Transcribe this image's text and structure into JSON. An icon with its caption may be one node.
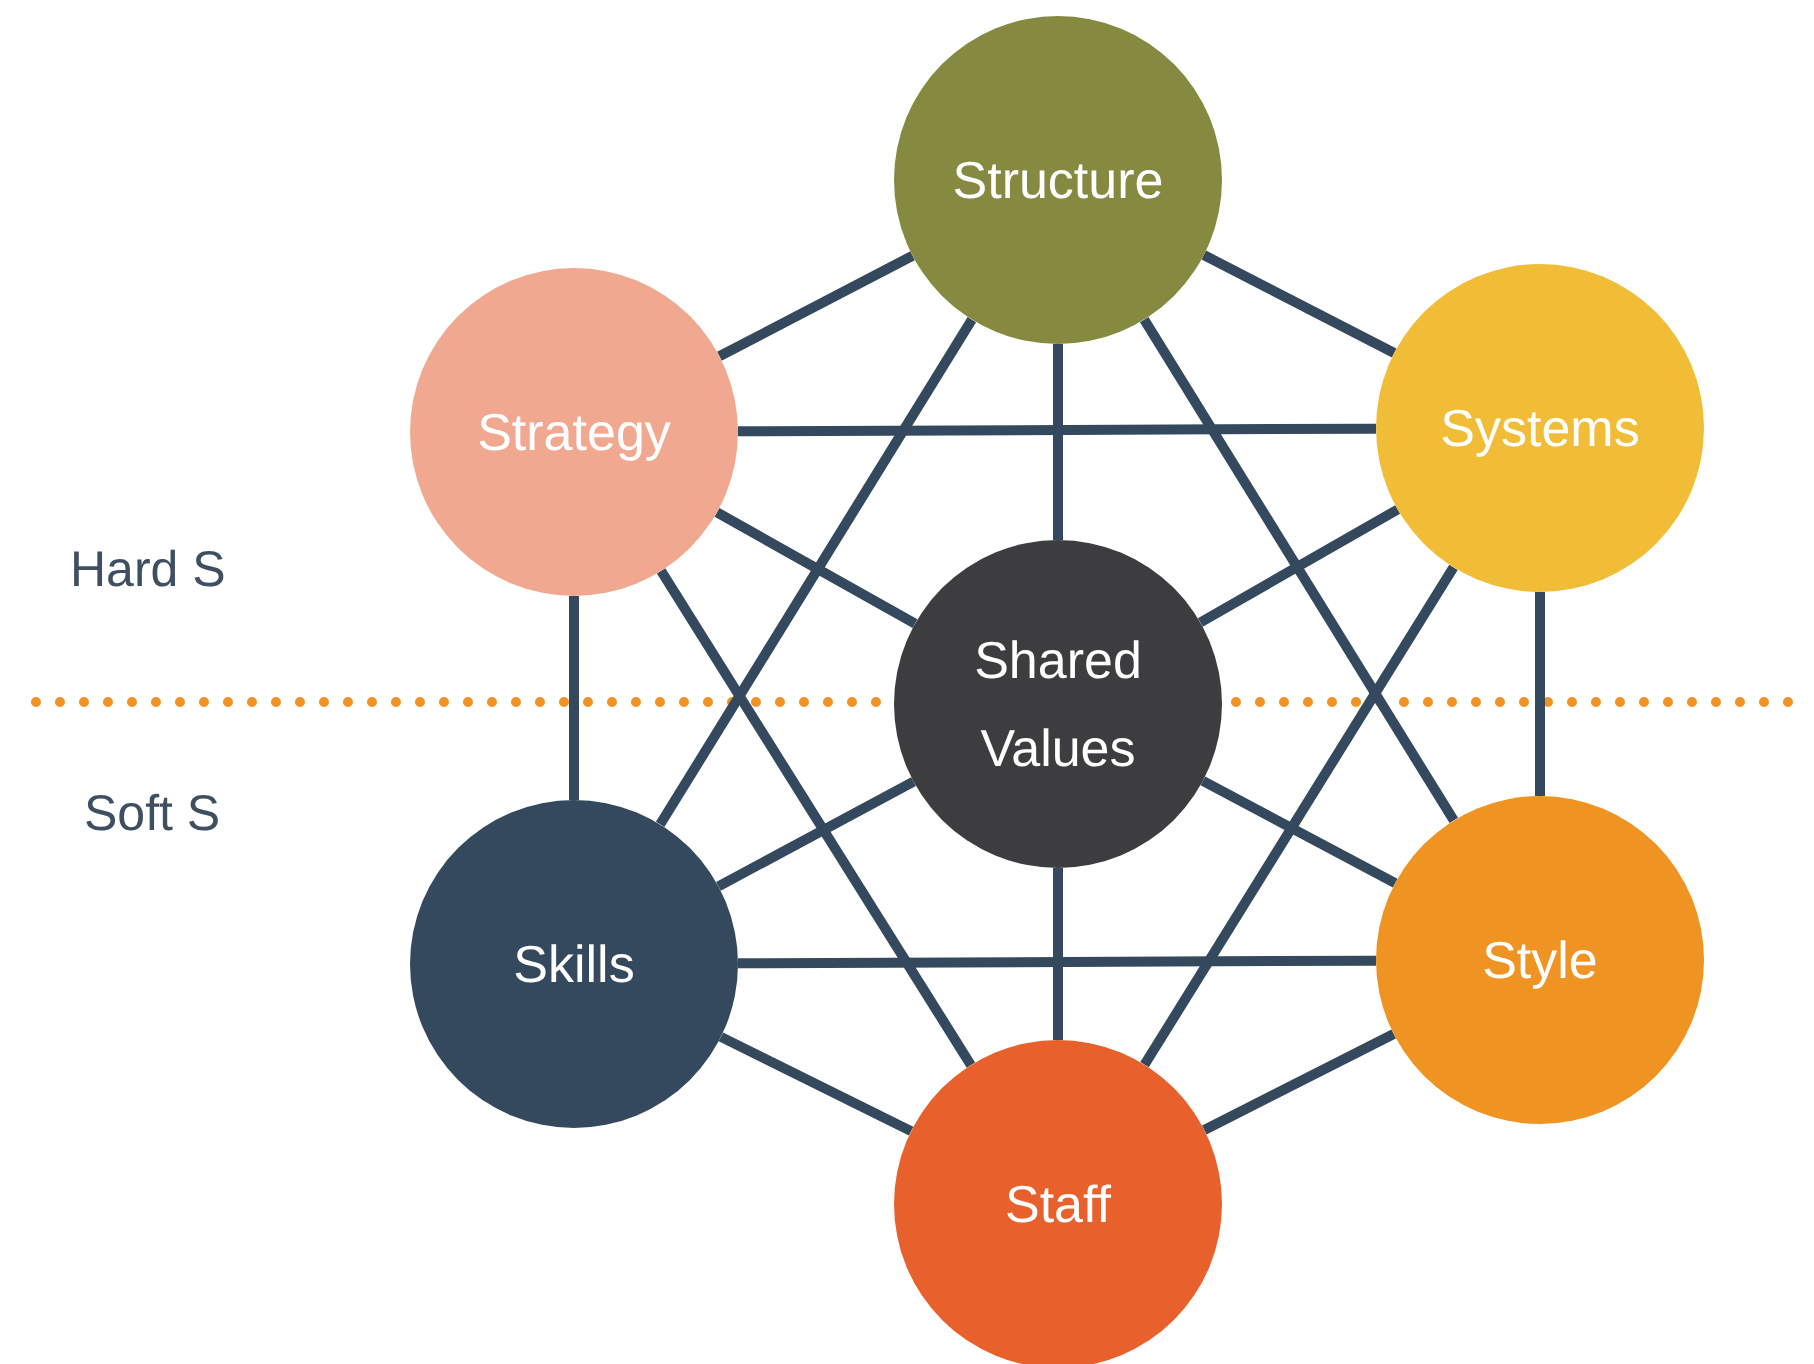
{
  "diagram": {
    "nodes": [
      {
        "text": [
          "Structure"
        ]
      },
      {
        "text": [
          "Strategy"
        ]
      },
      {
        "text": [
          "Systems"
        ]
      },
      {
        "text": [
          "Shared Values"
        ]
      },
      {
        "text": [
          "Skills"
        ]
      },
      {
        "text": [
          "Style"
        ]
      },
      {
        "text": [
          "Staff"
        ]
      }
    ],
    "edges": [
      {
        "from": 0,
        "to": 1,
        "arrow": "none"
      },
      {
        "from": 0,
        "to": 2,
        "arrow": "none"
      },
      {
        "from": 0,
        "to": 3,
        "arrow": "none"
      },
      {
        "from": 0,
        "to": 4,
        "arrow": "none"
      },
      {
        "from": 0,
        "to": 5,
        "arrow": "none"
      },
      {
        "from": 1,
        "to": 2,
        "arrow": "none"
      },
      {
        "from": 1,
        "to": 3,
        "arrow": "none"
      },
      {
        "from": 1,
        "to": 4,
        "arrow": "none"
      },
      {
        "from": 1,
        "to": 6,
        "arrow": "none"
      },
      {
        "from": 2,
        "to": 3,
        "arrow": "none"
      },
      {
        "from": 2,
        "to": 5,
        "arrow": "none"
      },
      {
        "from": 2,
        "to": 6,
        "arrow": "none"
      },
      {
        "from": 3,
        "to": 4,
        "arrow": "none"
      },
      {
        "from": 3,
        "to": 5,
        "arrow": "none"
      },
      {
        "from": 3,
        "to": 6,
        "arrow": "none"
      },
      {
        "from": 4,
        "to": 5,
        "arrow": "none"
      },
      {
        "from": 4,
        "to": 6,
        "arrow": "none"
      },
      {
        "from": 5,
        "to": 6,
        "arrow": "none"
      }
    ],
    "labels": [
      "Hard S",
      "Soft S"
    ]
  }
}
